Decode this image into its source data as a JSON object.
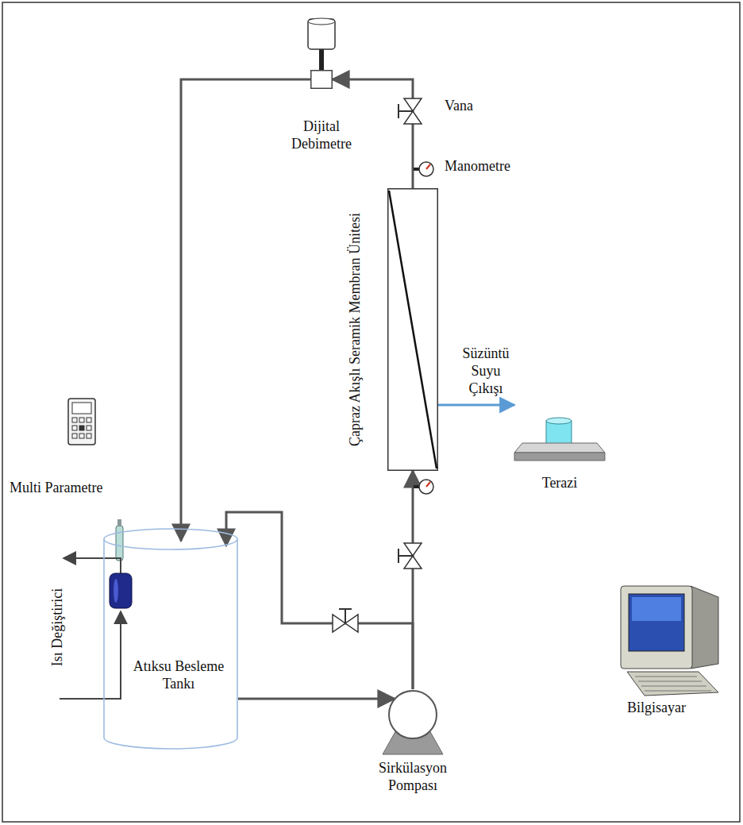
{
  "diagram": {
    "nodes": [
      {
        "text": [
          "Atıksu Besleme Tankı"
        ]
      },
      {
        "text": [
          "Sirkülasyon Pompası"
        ]
      },
      {
        "text": [
          "Çapraz Akışlı Seramik Membran Ünitesi"
        ]
      },
      {
        "text": [
          "Dijital Debimetre"
        ]
      },
      {
        "text": [
          "Terazi"
        ]
      }
    ],
    "edges": [
      {
        "from": 0,
        "to": 1,
        "arrow": "to"
      },
      {
        "from": 1,
        "to": 2,
        "arrow": "to"
      },
      {
        "from": 2,
        "to": 3,
        "arrow": "to"
      },
      {
        "from": 3,
        "to": 0,
        "arrow": "to"
      },
      {
        "from": 1,
        "to": 0,
        "arrow": "to"
      },
      {
        "from": 2,
        "to": 4,
        "label": "Süzüntü Suyu Çıkışı",
        "arrow": "to"
      }
    ],
    "labels": [
      "Vana",
      "Manometre",
      "Multi Parametre",
      "Isı Değiştirici",
      "Bilgisayar"
    ]
  }
}
